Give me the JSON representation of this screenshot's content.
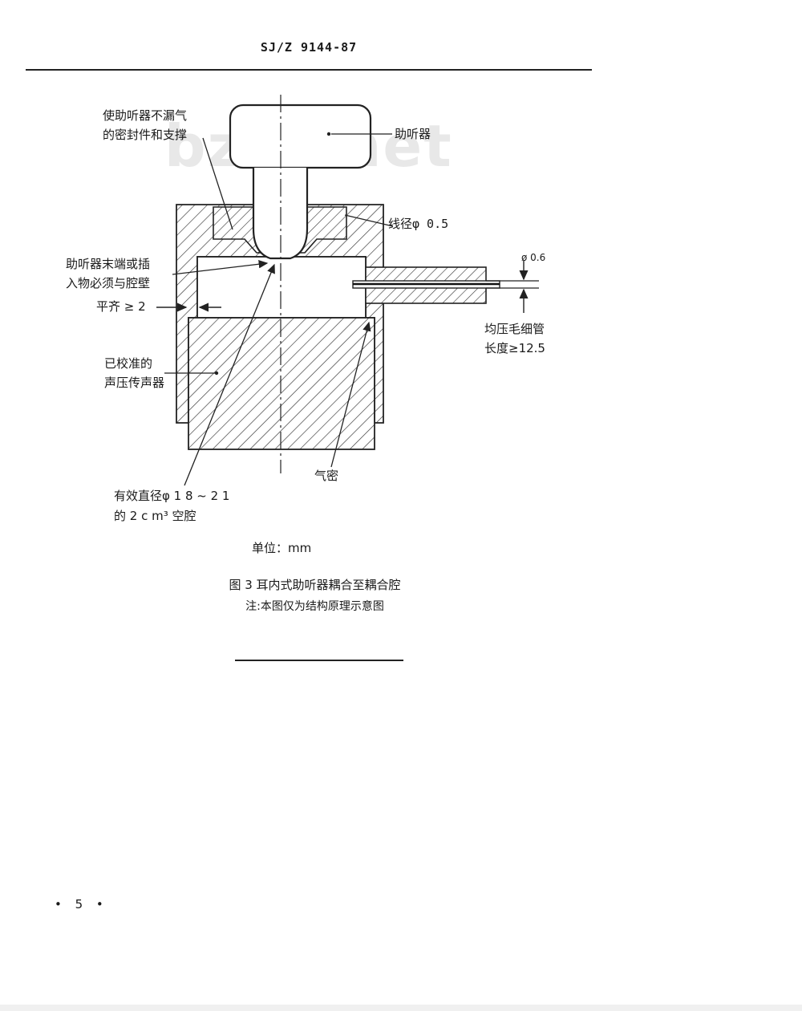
{
  "header": {
    "doc_code": "SJ/Z 9144-87"
  },
  "watermark": "bzxz.net",
  "labels": {
    "seal_line1": "使助听器不漏气",
    "seal_line2": "的密封件和支撑",
    "hearing_aid": "助听器",
    "wire_diameter": "线径φ 0.5",
    "tube_diameter": "ø 0.6",
    "capillary_line1": "均压毛细管",
    "capillary_line2": "长度≥12.5",
    "tip_line1": "助听器末端或插",
    "tip_line2": "入物必须与腔壁",
    "tip_line3": "平齐 ≥ 2",
    "microphone_line1": "已校准的",
    "microphone_line2": "声压传声器",
    "airtight": "气密",
    "cavity_line1": "有效直径φ 1 8 ~ 2 1",
    "cavity_line2": "的 2 c m³ 空腔"
  },
  "unit": "单位：mm",
  "caption": {
    "title": "图 3   耳内式助听器耦合至耦合腔",
    "note": "注:本图仅为结构原理示意图"
  },
  "page_number": "• 5 •"
}
